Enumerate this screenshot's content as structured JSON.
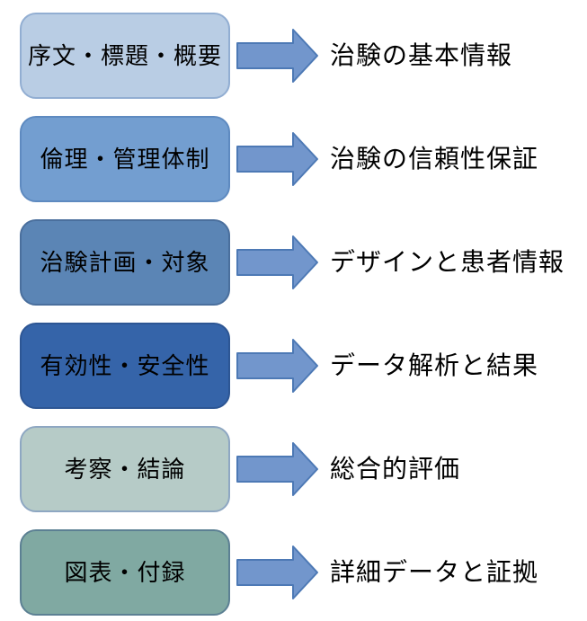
{
  "page": {
    "background": "#ffffff",
    "text_color": "#000000"
  },
  "arrow": {
    "name": "right-block-arrow",
    "fill": "#7296cc",
    "stroke": "#4d79b5"
  },
  "rows": [
    {
      "stage_label": "序文・標題・概要",
      "result_label": "治験の基本情報",
      "box_fill": "#b9cde4",
      "box_stroke": "#92aed2"
    },
    {
      "stage_label": "倫理・管理体制",
      "result_label": "治験の信頼性保証",
      "box_fill": "#739ed0",
      "box_stroke": "#5e8ac0"
    },
    {
      "stage_label": "治験計画・対象",
      "result_label": "デザインと患者情報",
      "box_fill": "#5b85b5",
      "box_stroke": "#4a6f9d"
    },
    {
      "stage_label": "有効性・安全性",
      "result_label": "データ解析と結果",
      "box_fill": "#3564a9",
      "box_stroke": "#2d5694"
    },
    {
      "stage_label": "考察・結論",
      "result_label": "総合的評価",
      "box_fill": "#b6cbc7",
      "box_stroke": "#8ea7c2"
    },
    {
      "stage_label": "図表・付録",
      "result_label": "詳細データと証拠",
      "box_fill": "#80a9a2",
      "box_stroke": "#5c8093"
    }
  ]
}
